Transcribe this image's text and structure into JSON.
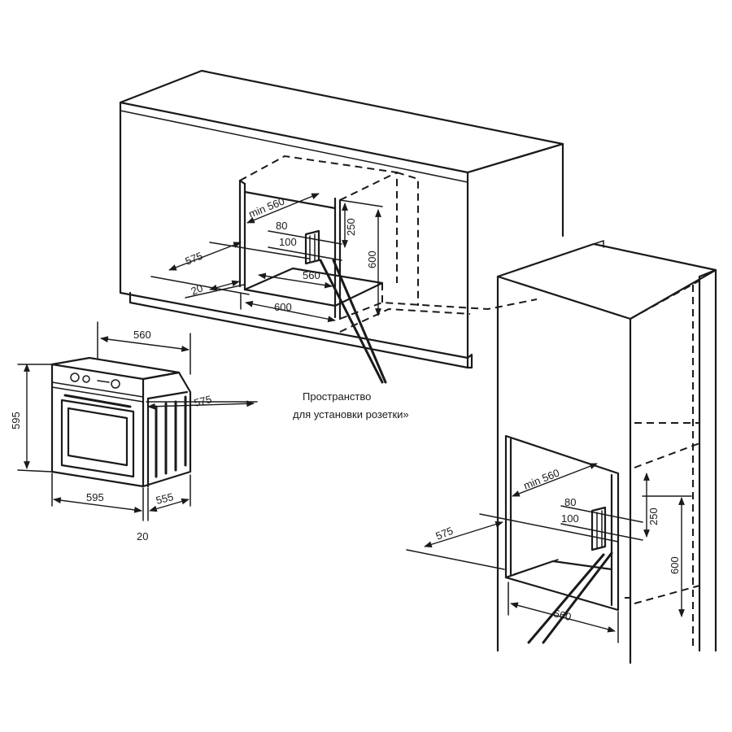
{
  "caption": {
    "line1": "Пространство",
    "line2": "для установки розетки»"
  },
  "top_cabinet": {
    "min_width": "min 560",
    "depth": "575",
    "offset": "20",
    "inner_depth": "560",
    "width": "600",
    "socket_top": "250",
    "height": "600",
    "socket_h80": "80",
    "socket_h100": "100"
  },
  "oven": {
    "width_top": "560",
    "height": "595",
    "depth": "575",
    "front_width": "595",
    "body_depth": "555",
    "panel_offset": "20"
  },
  "tall_cabinet": {
    "min_width": "min 560",
    "depth": "575",
    "socket_h80": "80",
    "socket_h100": "100",
    "socket_top": "250",
    "height": "600",
    "inner_depth": "560"
  }
}
